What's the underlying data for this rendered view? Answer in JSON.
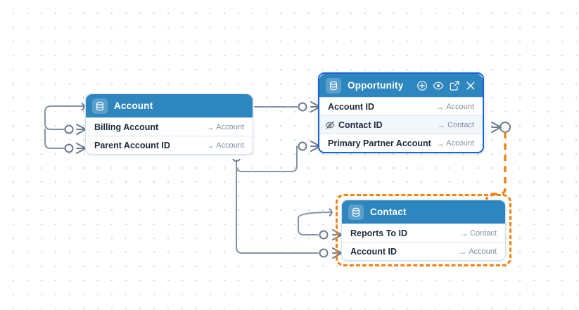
{
  "canvas": {
    "background_color": "#ffffff",
    "grid_dot_color": "#c6c9cf",
    "grid_spacing": 20
  },
  "colors": {
    "header_blue": "#2e86bf",
    "focus_border": "#1565d8",
    "selection_orange": "#f2820d",
    "edge_gray": "#8494a5",
    "row_border": "#d7e7f2",
    "label_text": "#1c2b3a",
    "ref_text": "#7b8fa3"
  },
  "nodes": [
    {
      "id": "account",
      "title": "Account",
      "icon": "database-icon",
      "state": "default",
      "toolbar": [],
      "fields": [
        {
          "label": "Billing Account",
          "ref": "Account",
          "arrow": "→",
          "hidden": false,
          "highlight": false
        },
        {
          "label": "Parent Account ID",
          "ref": "Account",
          "arrow": "→",
          "hidden": false,
          "highlight": false
        }
      ]
    },
    {
      "id": "opportunity",
      "title": "Opportunity",
      "icon": "database-icon",
      "state": "focused",
      "toolbar": [
        {
          "name": "add-field-button",
          "icon": "plus-circle-icon"
        },
        {
          "name": "preview-button",
          "icon": "eye-icon"
        },
        {
          "name": "open-external-button",
          "icon": "external-link-icon"
        },
        {
          "name": "close-button",
          "icon": "close-icon"
        }
      ],
      "fields": [
        {
          "label": "Account ID",
          "ref": "Account",
          "arrow": "→",
          "hidden": false,
          "highlight": false
        },
        {
          "label": "Contact ID",
          "ref": "Contact",
          "arrow": "→",
          "hidden": true,
          "highlight": true
        },
        {
          "label": "Primary Partner Account",
          "ref": "Account",
          "arrow": "→",
          "hidden": false,
          "highlight": false
        }
      ]
    },
    {
      "id": "contact",
      "title": "Contact",
      "icon": "database-icon",
      "state": "selected",
      "toolbar": [],
      "fields": [
        {
          "label": "Reports To ID",
          "ref": "Contact",
          "arrow": "→",
          "hidden": false,
          "highlight": false
        },
        {
          "label": "Account ID",
          "ref": "Account",
          "arrow": "→",
          "hidden": false,
          "highlight": false
        }
      ]
    }
  ],
  "edges": [
    {
      "name": "edge-account-billing-self",
      "style": "solid"
    },
    {
      "name": "edge-account-parent-self",
      "style": "solid"
    },
    {
      "name": "edge-opportunity-account-id-to-account",
      "style": "solid"
    },
    {
      "name": "edge-opportunity-primary-partner-to-account",
      "style": "solid"
    },
    {
      "name": "edge-contact-reports-to-self",
      "style": "solid"
    },
    {
      "name": "edge-contact-account-id-to-account",
      "style": "solid"
    },
    {
      "name": "edge-opportunity-contact-id-to-contact",
      "style": "dashed",
      "color": "#f2820d"
    }
  ]
}
